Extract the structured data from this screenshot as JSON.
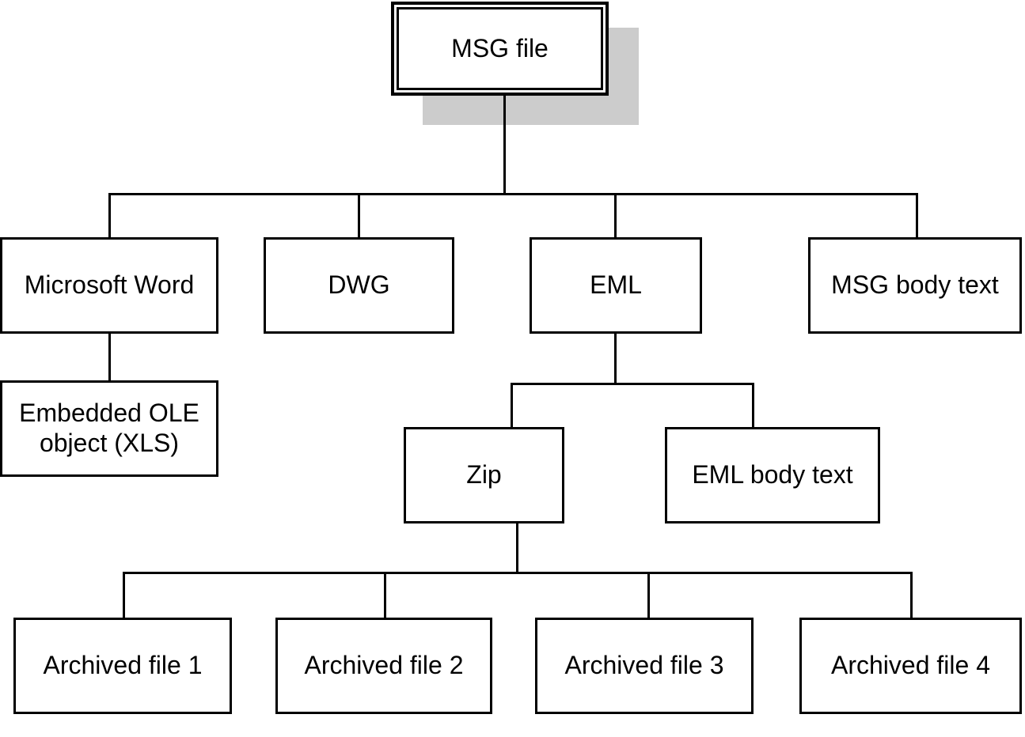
{
  "diagram": {
    "title": "MSG file container extraction tree",
    "colors": {
      "background": "#ffffff",
      "stroke": "#000000",
      "shadow": "#cccccc",
      "node_fill": "#ffffff"
    },
    "nodes": {
      "root": {
        "label": "MSG file",
        "level": 0
      },
      "word": {
        "label": "Microsoft Word",
        "level": 1
      },
      "dwg": {
        "label": "DWG",
        "level": 1
      },
      "eml": {
        "label": "EML",
        "level": 1
      },
      "msg_body": {
        "label": "MSG body text",
        "level": 1
      },
      "ole": {
        "label": "Embedded OLE\nobject (XLS)",
        "level": 2
      },
      "zip": {
        "label": "Zip",
        "level": 2
      },
      "eml_body": {
        "label": "EML body text",
        "level": 2
      },
      "arch1": {
        "label": "Archived file 1",
        "level": 3
      },
      "arch2": {
        "label": "Archived file 2",
        "level": 3
      },
      "arch3": {
        "label": "Archived file 3",
        "level": 3
      },
      "arch4": {
        "label": "Archived file 4",
        "level": 3
      }
    },
    "edges": [
      {
        "from": "root",
        "to": "word"
      },
      {
        "from": "root",
        "to": "dwg"
      },
      {
        "from": "root",
        "to": "eml"
      },
      {
        "from": "root",
        "to": "msg_body"
      },
      {
        "from": "word",
        "to": "ole"
      },
      {
        "from": "eml",
        "to": "zip"
      },
      {
        "from": "eml",
        "to": "eml_body"
      },
      {
        "from": "zip",
        "to": "arch1"
      },
      {
        "from": "zip",
        "to": "arch2"
      },
      {
        "from": "zip",
        "to": "arch3"
      },
      {
        "from": "zip",
        "to": "arch4"
      }
    ]
  }
}
